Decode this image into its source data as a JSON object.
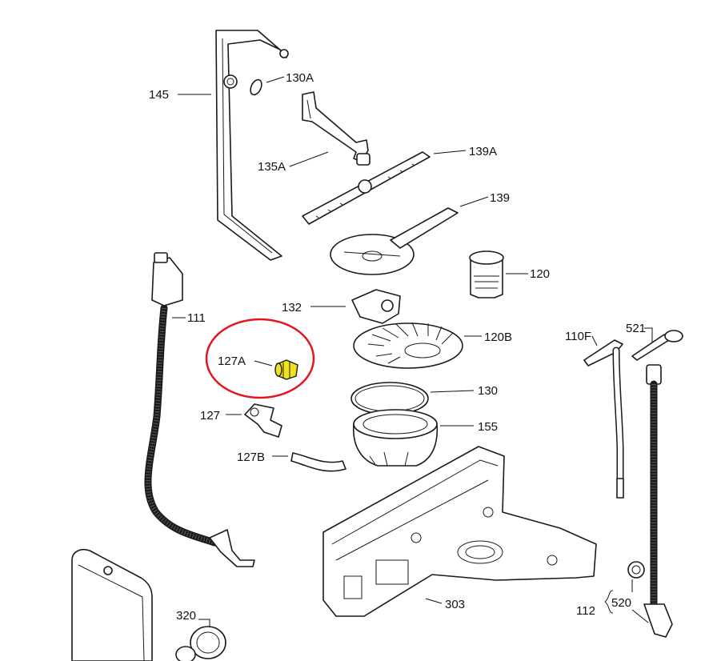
{
  "labels": {
    "p145": "145",
    "p130A": "130A",
    "p135A": "135A",
    "p139A": "139A",
    "p139": "139",
    "p120": "120",
    "p132": "132",
    "p120B": "120B",
    "p111": "111",
    "p127A": "127A",
    "p130": "130",
    "p127": "127",
    "p155": "155",
    "p127B": "127B",
    "p110F": "110F",
    "p521": "521",
    "p303": "303",
    "p320": "320",
    "p112": "112",
    "p520": "520"
  },
  "colors": {
    "highlight_circle": "#e8131b",
    "highlight_part": "#f2e21a"
  },
  "highlighted_part": "127A"
}
